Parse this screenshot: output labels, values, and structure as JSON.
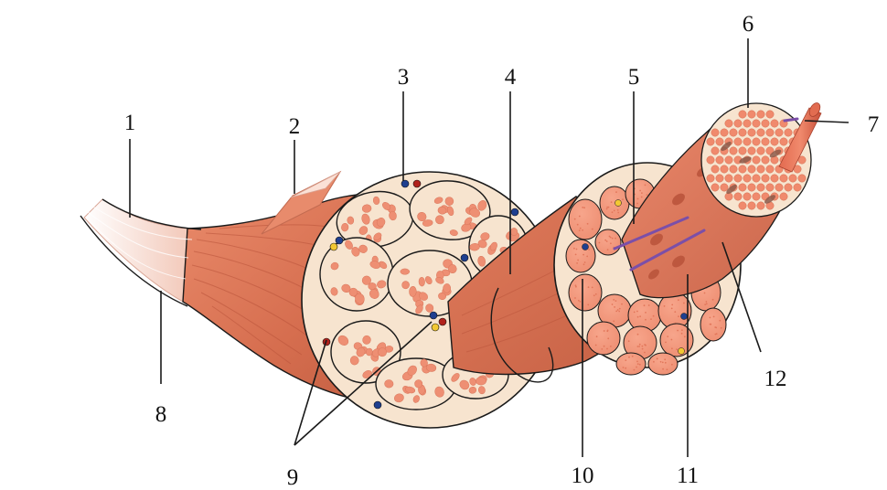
{
  "diagram": {
    "labels": {
      "l1": "1",
      "l2": "2",
      "l3": "3",
      "l4": "4",
      "l5": "5",
      "l6": "6",
      "l7": "7",
      "l8": "8",
      "l9": "9",
      "l10": "10",
      "l11": "11",
      "l12": "12"
    }
  },
  "colors": {
    "muscle": "#d9704f",
    "muscle_dark": "#b9533a",
    "fiber": "#f0957a",
    "connective": "#f7e4cf",
    "tendon": "#f3cfc0",
    "outline": "#1a1a1a",
    "vessel_blue": "#1f3f8f",
    "vessel_red": "#b0211b",
    "nerve_yellow": "#f2c833",
    "nucleus": "#8c5a4a",
    "filament": "#7b4fa8"
  }
}
